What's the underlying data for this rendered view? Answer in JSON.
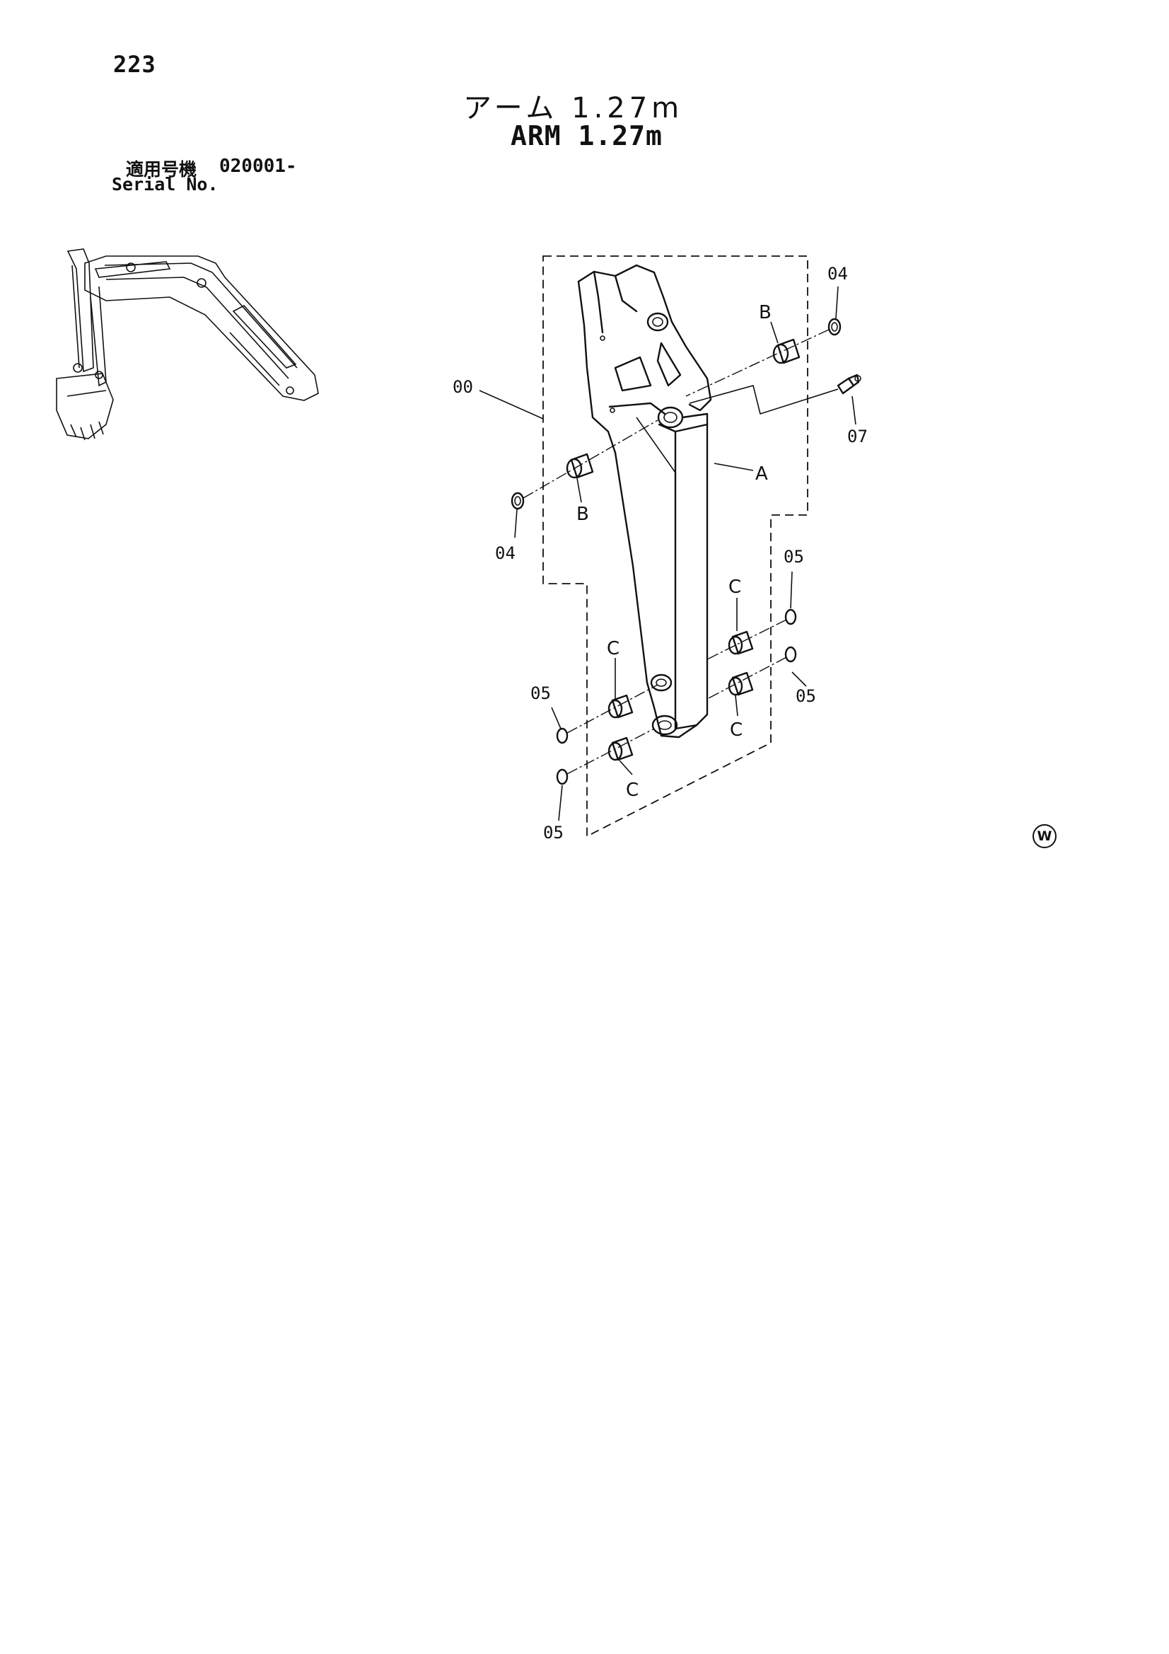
{
  "page": {
    "number": "223",
    "title_jp": "アーム 1.27m",
    "title_en": "ARM 1.27m",
    "serial_label_jp": "適用号機",
    "serial_label_en": "Serial No.",
    "serial_value": "020001-",
    "mark": "W"
  },
  "diagram": {
    "labels": {
      "assembly": "00",
      "arm_body": "A",
      "bushing_b": "B",
      "bushing_c": "C",
      "seal_04": "04",
      "seal_05": "05",
      "grease_fitting_07": "07"
    }
  },
  "colors": {
    "ink": "#111111",
    "paper": "#ffffff"
  }
}
